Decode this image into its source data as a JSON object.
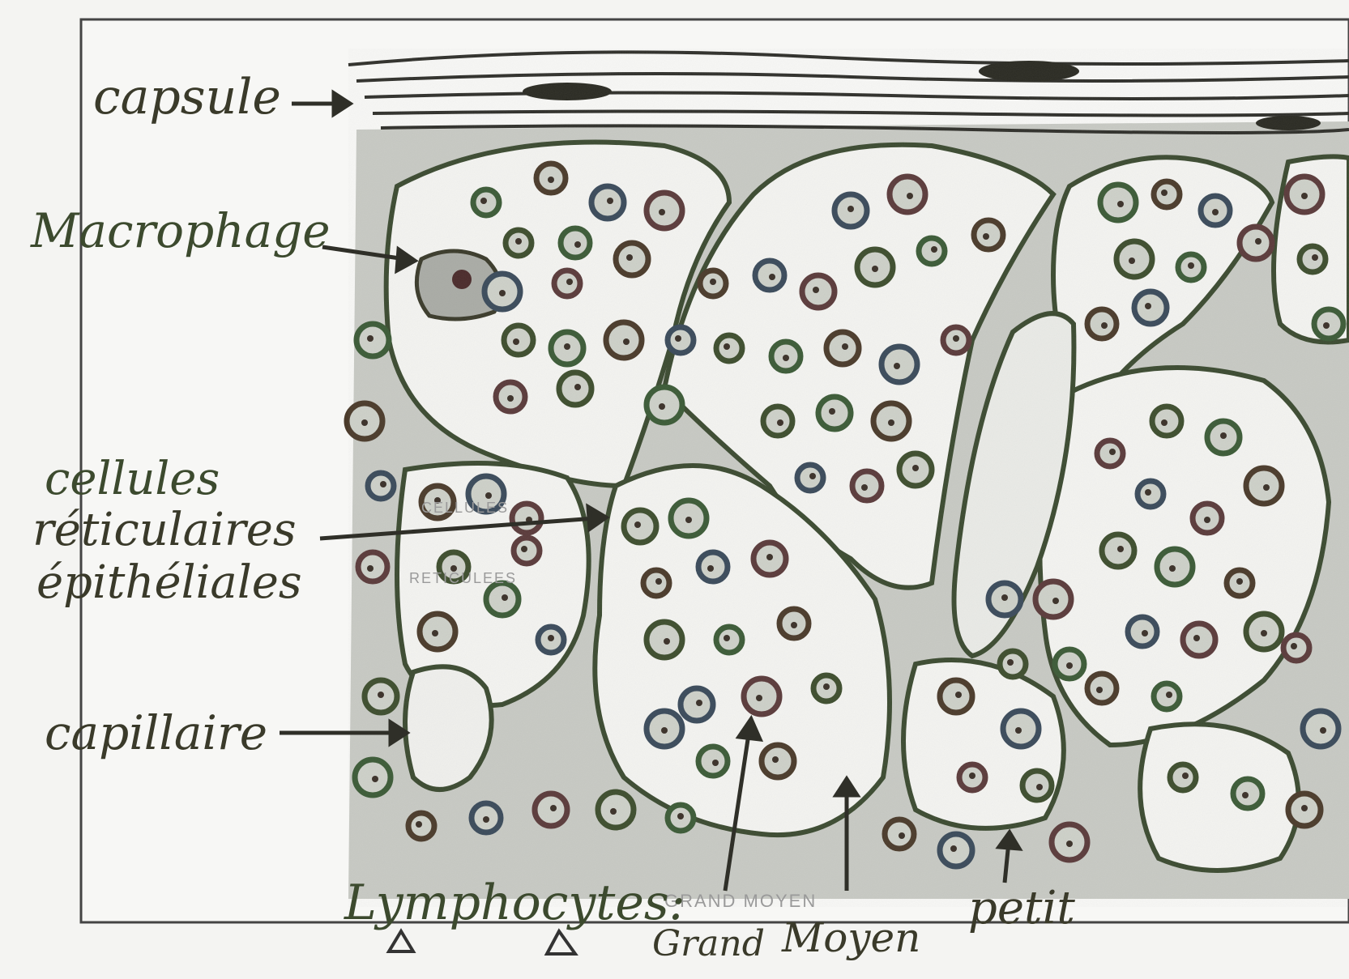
{
  "diagram": {
    "labels": {
      "capsule": "capsule",
      "macrophage": "Macrophage",
      "cellules_line1": "cellules",
      "cellules_line2": "réticulaires",
      "cellules_line3": "épithéliales",
      "capillaire": "capillaire",
      "lymphocytes": "Lymphocytes:",
      "grand": "Grand",
      "moyen": "Moyen",
      "petit": "petit"
    },
    "printed_labels": {
      "cellules_top": "CELLULES",
      "reticulees": "RETICULEES",
      "grand_moyen": "GRAND MOYEN"
    },
    "colors": {
      "ink": "#3a3a2a",
      "membrane": "#3b4a30",
      "stroma": "#b9bcb6",
      "capsule_fiber": "#2f2f2a",
      "background": "#f4f4f2"
    }
  }
}
